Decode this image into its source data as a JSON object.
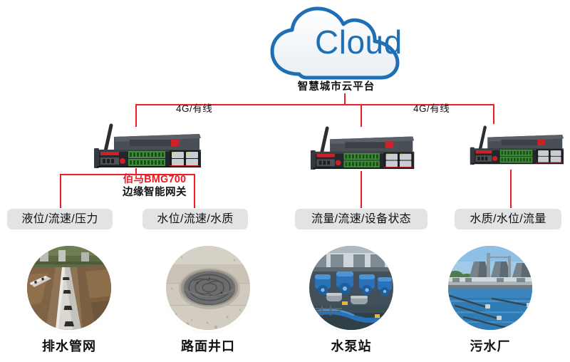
{
  "cloud": {
    "word": "Cloud",
    "caption": "智慧城市云平台"
  },
  "links": [
    {
      "label": "4G/有线"
    },
    {
      "label": "4G/有线"
    }
  ],
  "device_callout": {
    "model": "佰马BMG700",
    "type": "边缘智能网关"
  },
  "devices": [
    {
      "name": "gateway-1"
    },
    {
      "name": "gateway-2"
    },
    {
      "name": "gateway-3"
    }
  ],
  "tags": [
    {
      "label": "液位/流速/压力"
    },
    {
      "label": "水位/流速/水质"
    },
    {
      "label": "流量/流速/设备状态"
    },
    {
      "label": "水质/水位/流量"
    }
  ],
  "sites": [
    {
      "caption": "排水管网",
      "photo": "drainage-pipe-network-photo"
    },
    {
      "caption": "路面井口",
      "photo": "manhole-cover-photo"
    },
    {
      "caption": "水泵站",
      "photo": "pump-station-photo"
    },
    {
      "caption": "污水厂",
      "photo": "wastewater-plant-photo"
    }
  ],
  "colors": {
    "wire": "#ee1c25",
    "cloud": "#1f6fb5",
    "tag_bg": "#e3e3e3",
    "accent_red": "#ee1c25"
  }
}
